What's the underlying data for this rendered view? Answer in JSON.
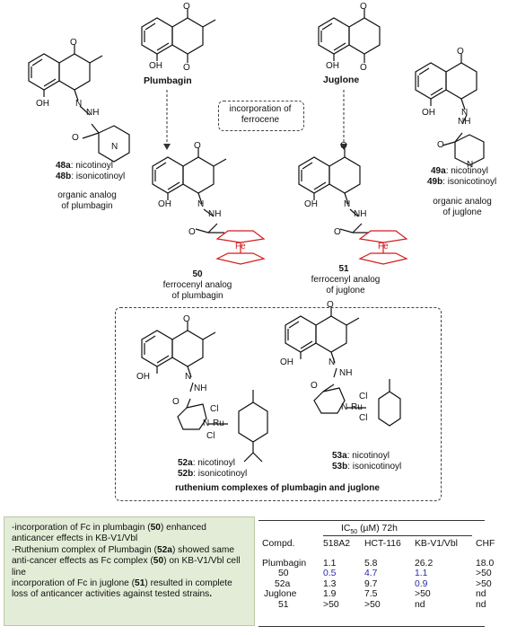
{
  "compounds": {
    "plumbagin": "Plumbagin",
    "juglone": "Juglone",
    "incorporation_note": [
      "incorporation of",
      "ferrocene"
    ],
    "c48": {
      "a_id": "48a",
      "a_text": ": nicotinoyl",
      "b_id": "48b",
      "b_text": ": isonicotinoyl",
      "caption": [
        "organic analog",
        "of plumbagin"
      ]
    },
    "c49": {
      "a_id": "49a",
      "a_text": ": nicotinoyl",
      "b_id": "49b",
      "b_text": ": isonicotinoyl",
      "caption": [
        "organic analog",
        "of juglone"
      ]
    },
    "c50": {
      "id": "50",
      "caption": [
        "ferrocenyl analog",
        "of plumbagin"
      ]
    },
    "c51": {
      "id": "51",
      "caption": [
        "ferrocenyl analog",
        "of juglone"
      ]
    },
    "c52": {
      "a_id": "52a",
      "a_text": ": nicotinoyl",
      "b_id": "52b",
      "b_text": ": isonicotinoyl"
    },
    "c53": {
      "a_id": "53a",
      "a_text": ": nicotinoyl",
      "b_id": "53b",
      "b_text": ": isonicotinoyl"
    },
    "ruthenium_title": "ruthenium complexes of plumbagin and juglone"
  },
  "atoms": {
    "O": "O",
    "OH": "OH",
    "N": "N",
    "NH": "NH",
    "Fe": "Fe",
    "Ru": "Ru",
    "Cl": "Cl"
  },
  "notes": {
    "line1a": "-incorporation of Fc in plumbagin (",
    "line1b": "50",
    "line1c": ") enhanced anticancer effects in KB-V1/Vbl",
    "line2a": "-Ruthenium complex of Plumbagin (",
    "line2b": "52a",
    "line2c": ") showed same anti-cancer effects as Fc complex (",
    "line2d": "50",
    "line2e": ") on KB-V1/Vbl cell line",
    "line3a": "incorporation of Fc in juglone (",
    "line3b": "51",
    "line3c": ") resulted in complete loss of anticancer activities against tested strains",
    "line3d": "."
  },
  "table": {
    "title": "IC50 (µM) 72h",
    "title_ic": "IC",
    "title_sub": "50",
    "title_rest": " (µM) 72h",
    "headers": [
      "Compd.",
      "518A2",
      "HCT-116",
      "KB-V1/Vbl",
      "CHF"
    ],
    "rows": [
      [
        "Plumbagin",
        "1.1",
        "5.8",
        "26.2",
        "18.0"
      ],
      [
        "50",
        "0.5",
        "4.7",
        "1.1",
        ">50"
      ],
      [
        "52a",
        "1.3",
        "9.7",
        "0.9",
        ">50"
      ],
      [
        "Juglone",
        "1.9",
        "7.5",
        ">50",
        "nd"
      ],
      [
        "51",
        ">50",
        ">50",
        "nd",
        "nd"
      ]
    ],
    "highlight_color": "#2a2aa8"
  },
  "colors": {
    "ferrocene": "#d41c1c",
    "note_bg": "#e3ecd7"
  }
}
